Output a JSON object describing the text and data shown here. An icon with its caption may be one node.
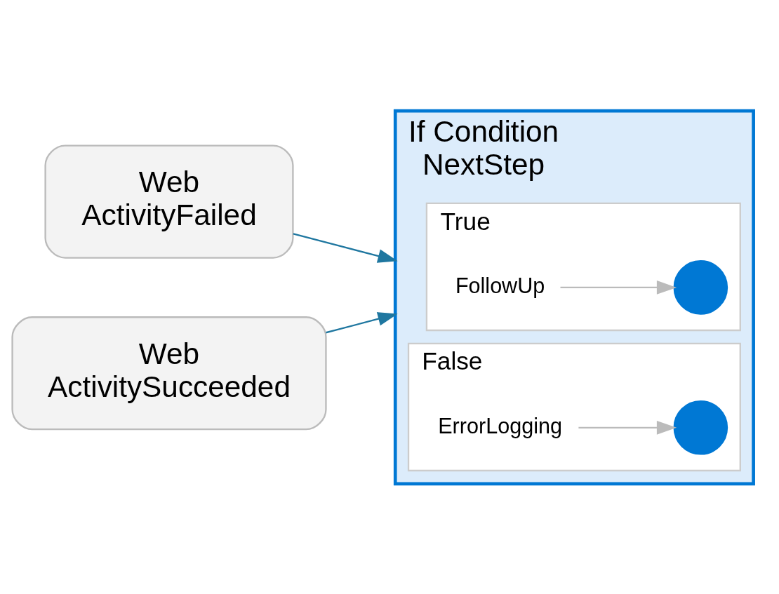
{
  "diagram": {
    "nodes": [
      {
        "text": [
          "Web",
          "ActivityFailed"
        ]
      },
      {
        "text": [
          "Web",
          "ActivitySucceeded"
        ]
      },
      {
        "text": [
          "If Condition",
          "NextStep"
        ]
      },
      {
        "text": [
          "True"
        ],
        "in": 2
      },
      {
        "text": [
          "FollowUp"
        ],
        "in": 3
      },
      {
        "text": [],
        "shape": "circle",
        "in": 3
      },
      {
        "text": [
          "False"
        ],
        "in": 2
      },
      {
        "text": [
          "ErrorLogging"
        ],
        "in": 6
      },
      {
        "text": [],
        "shape": "circle",
        "in": 6
      }
    ],
    "edges": [
      {
        "from": 0,
        "to": 2,
        "arrow": "to",
        "color": "#1f77a0"
      },
      {
        "from": 1,
        "to": 2,
        "arrow": "to",
        "color": "#1f77a0"
      },
      {
        "from": 4,
        "to": 5,
        "arrow": "to",
        "color": "#bbbbbb"
      },
      {
        "from": 7,
        "to": 8,
        "arrow": "to",
        "color": "#bbbbbb"
      }
    ]
  }
}
